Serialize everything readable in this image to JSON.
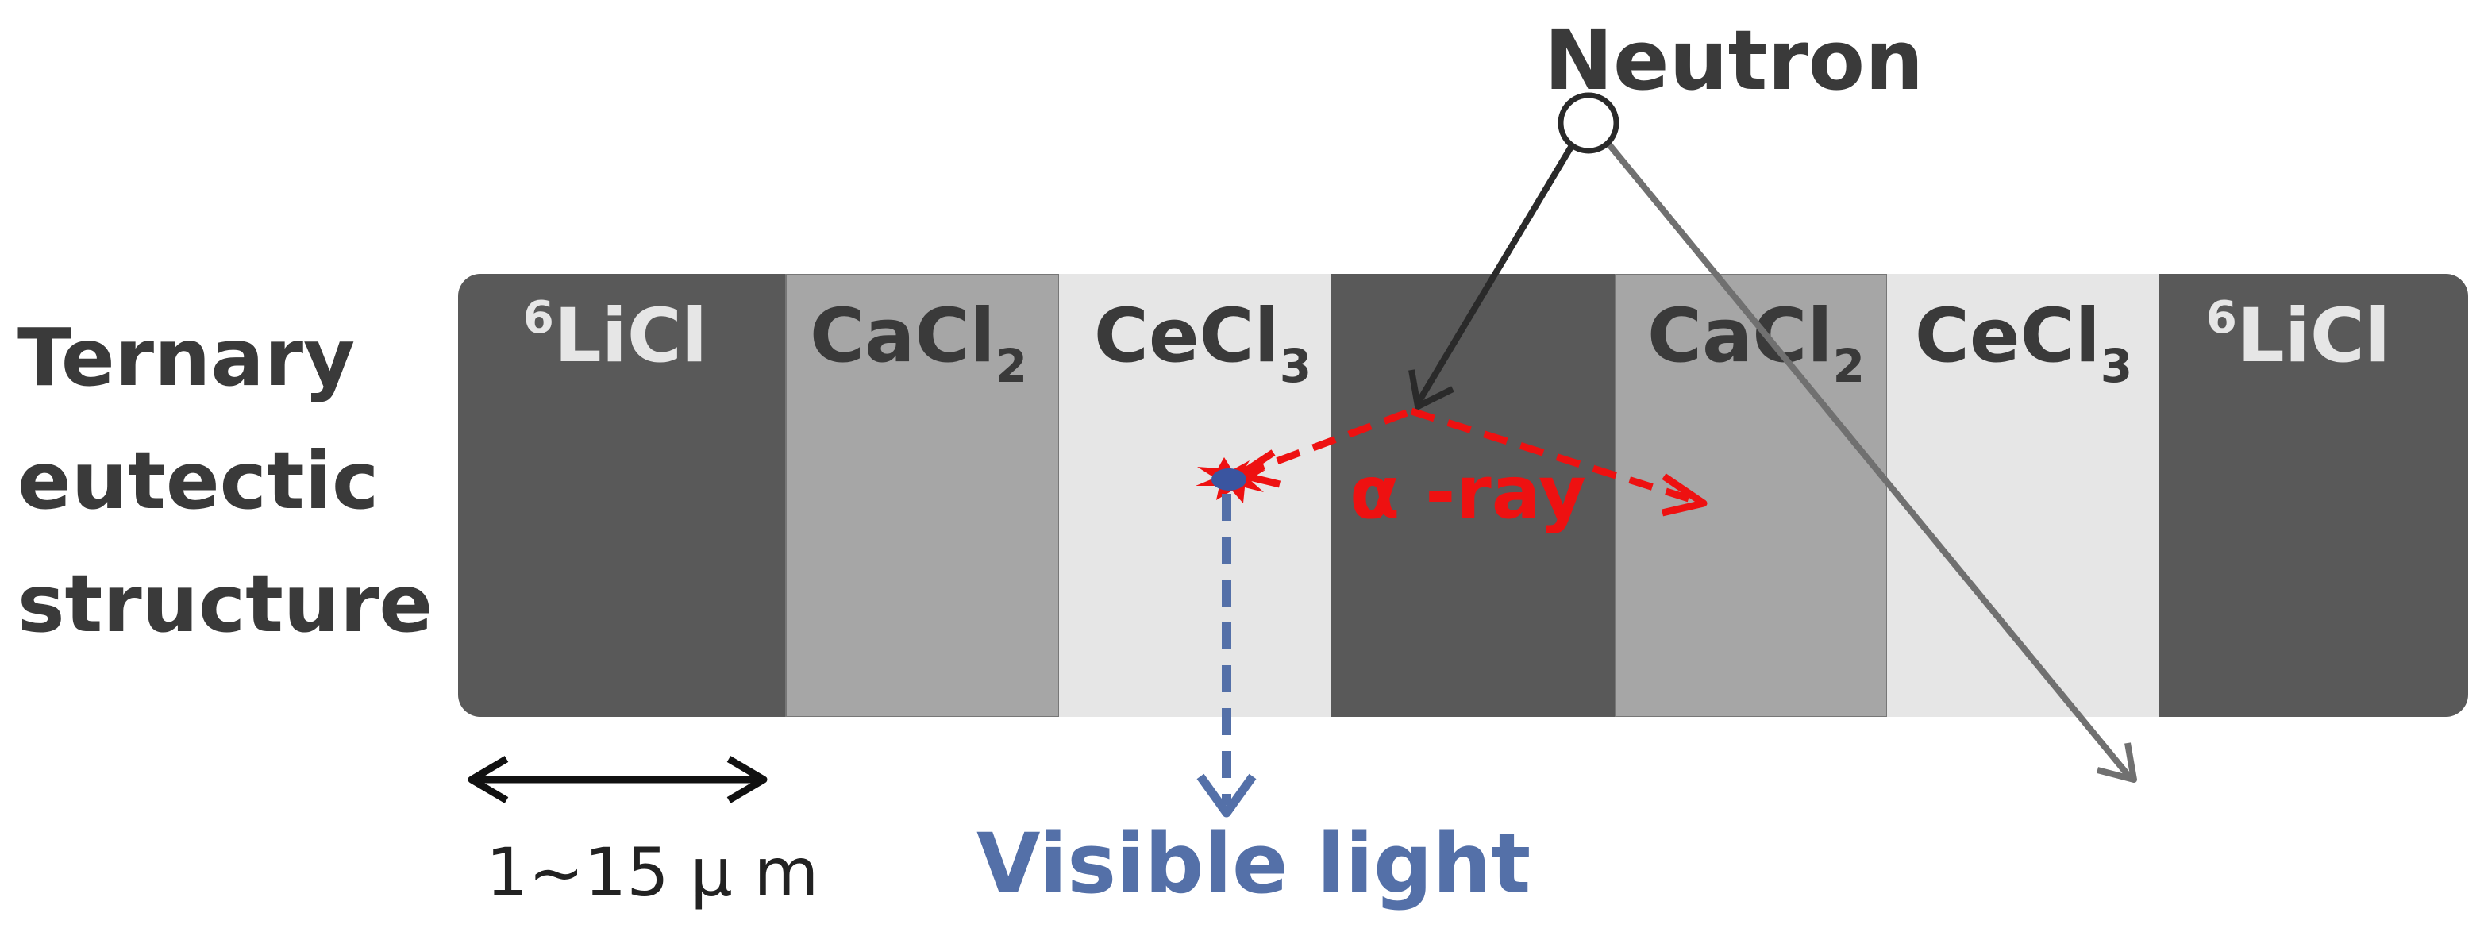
{
  "side_label": {
    "lines": [
      "Ternary",
      "eutectic",
      "structure"
    ]
  },
  "layers": [
    {
      "base": "LiCl",
      "sup": "6",
      "sub": "",
      "fill": "#595959",
      "text_color": "#e6e6e6"
    },
    {
      "base": "CaCl",
      "sup": "",
      "sub": "2",
      "fill": "#a6a6a6",
      "text_color": "#3a3a3a"
    },
    {
      "base": "CeCl",
      "sup": "",
      "sub": "3",
      "fill": "#e6e6e6",
      "text_color": "#3a3a3a"
    },
    {
      "base": "",
      "sup": "",
      "sub": "",
      "fill": "#595959",
      "text_color": "#e6e6e6"
    },
    {
      "base": "CaCl",
      "sup": "",
      "sub": "2",
      "fill": "#a6a6a6",
      "text_color": "#3a3a3a"
    },
    {
      "base": "CeCl",
      "sup": "",
      "sub": "3",
      "fill": "#e6e6e6",
      "text_color": "#3a3a3a"
    },
    {
      "base": "LiCl",
      "sup": "6",
      "sub": "",
      "fill": "#595959",
      "text_color": "#e6e6e6"
    }
  ],
  "neutron": {
    "label": "Neutron"
  },
  "alpha": {
    "label": "α -ray",
    "color": "#ee1111"
  },
  "light": {
    "label": "Visible light",
    "color": "#5470a8"
  },
  "scale": {
    "label": "1~15 μ m"
  }
}
